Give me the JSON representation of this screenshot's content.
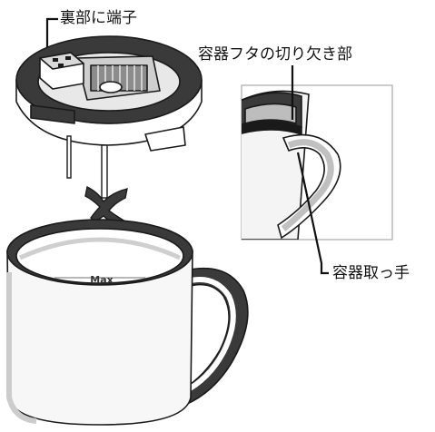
{
  "labels": {
    "terminal": "裏部に端子",
    "lid_notch": "容器フタの切り欠き部",
    "handle": "容器取っ手"
  },
  "cup": {
    "max_mark": "Max"
  },
  "colors": {
    "line": "#1a1a1a",
    "dark_gray": "#3a3a3a",
    "mid_gray": "#8c8c8c",
    "light_gray": "#d9d9d9",
    "white": "#ffffff",
    "inset_border": "#9a9a9a"
  }
}
